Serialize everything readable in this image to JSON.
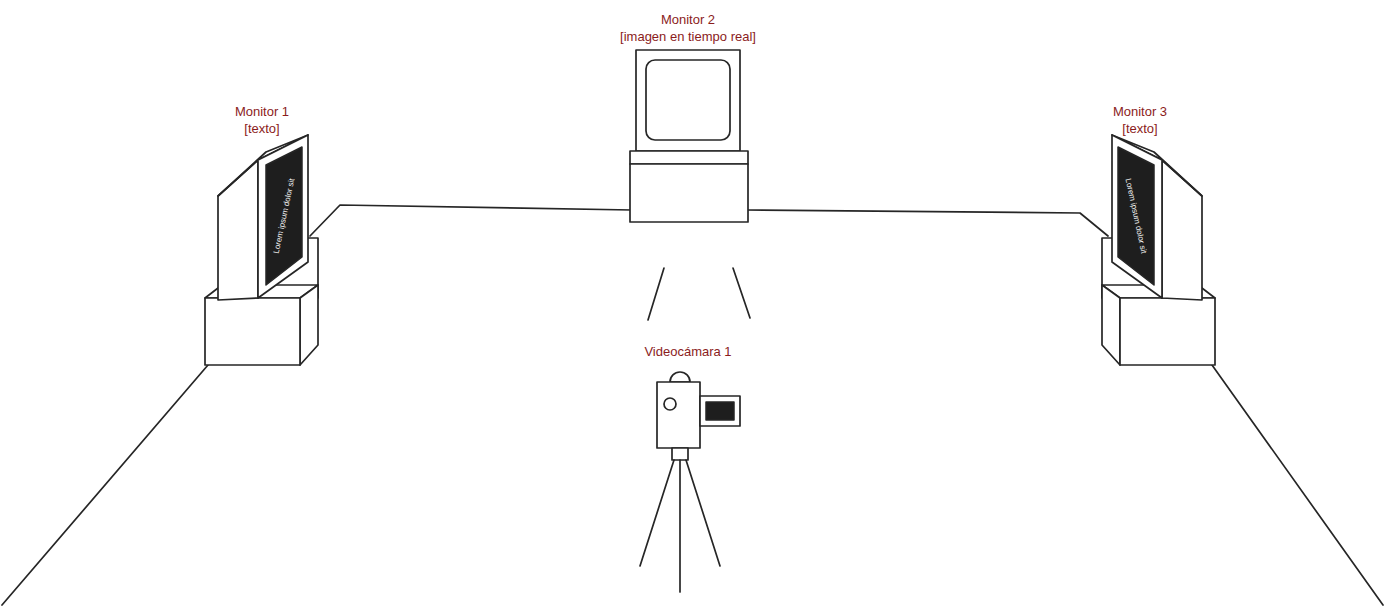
{
  "diagram": {
    "labels": [
      "Monitor 2",
      "[imagen en tiempo real]",
      "Monitor 1",
      "[texto]",
      "Monitor 3",
      "[texto]",
      "Lorem ipsum dolor sit",
      "Lorem ipsum dolor sit",
      "Videocámara 1"
    ]
  }
}
